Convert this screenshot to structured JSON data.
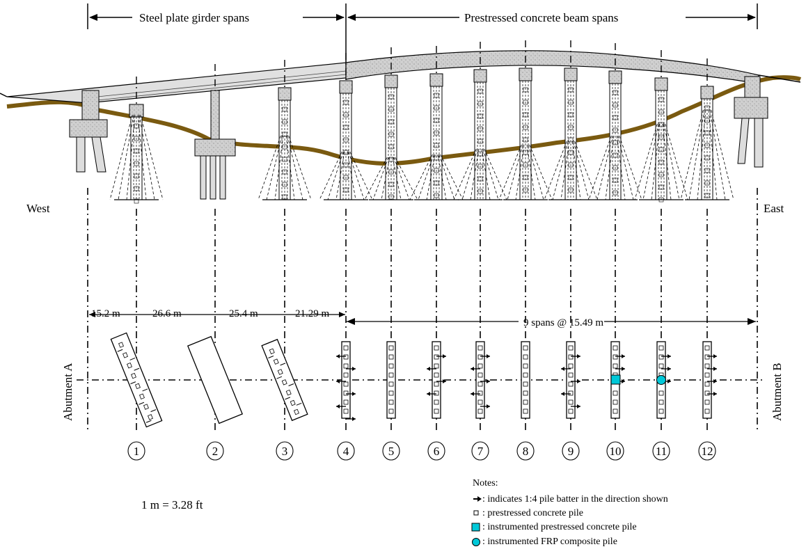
{
  "top_labels": {
    "steel": "Steel plate girder spans",
    "concrete": "Prestressed concrete beam spans"
  },
  "directions": {
    "west": "West",
    "east": "East"
  },
  "abutments": {
    "a": "Abutment A",
    "b": "Abutment B"
  },
  "spans": {
    "s1": "15.2 m",
    "s2": "26.6 m",
    "s3": "25.4 m",
    "s4": "21.29 m",
    "repeat": "9 spans @ 15.49 m"
  },
  "bents": [
    "1",
    "2",
    "3",
    "4",
    "5",
    "6",
    "7",
    "8",
    "9",
    "10",
    "11",
    "12"
  ],
  "conversion": "1 m = 3.28 ft",
  "notes": {
    "title": "Notes:",
    "batter": ": indicates 1:4 pile batter in the direction shown",
    "prestressed": ": prestressed concrete pile",
    "instrumented_prestressed": ": instrumented prestressed concrete pile",
    "instrumented_frp": ": instrumented FRP composite pile"
  },
  "colors": {
    "ground": "#7a5a10",
    "concrete": "#c8c8c8",
    "instrumented": "#00c8d8"
  }
}
